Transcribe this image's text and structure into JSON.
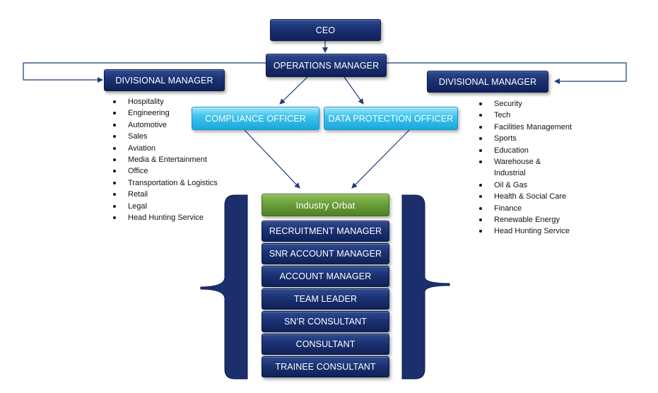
{
  "ceo": "CEO",
  "operations_manager": "OPERATIONS MANAGER",
  "divisional_left": {
    "title": "DIVISIONAL MANAGER",
    "items": [
      "Hospitality",
      "Engineering",
      "Automotive",
      "Sales",
      "Aviation",
      "Media & Entertainment",
      "Office",
      "Transportation & Logistics",
      "Retail",
      "Legal",
      "Head Hunting Service"
    ]
  },
  "divisional_right": {
    "title": "DIVISIONAL MANAGER",
    "items": [
      "Security",
      "Tech",
      "Facilities Management",
      "Sports",
      "Education",
      "Warehouse & Industrial",
      "Oil & Gas",
      "Health & Social Care",
      "Finance",
      "Renewable Energy",
      "Head Hunting Service"
    ]
  },
  "compliance_officer": "COMPLIANCE OFFICER",
  "data_protection_officer": "DATA PROTECTION OFFICER",
  "industry_orbat": "Industry Orbat",
  "orbat_roles": [
    "RECRUITMENT MANAGER",
    "SNR ACCOUNT MANAGER",
    "ACCOUNT MANAGER",
    "TEAM LEADER",
    "SN’R CONSULTANT",
    "CONSULTANT",
    "TRAINEE CONSULTANT"
  ],
  "colors": {
    "navy": "#1b3272",
    "cyan": "#3fc3ee",
    "green": "#6b9f3a",
    "connector": "#1f3a7a"
  }
}
